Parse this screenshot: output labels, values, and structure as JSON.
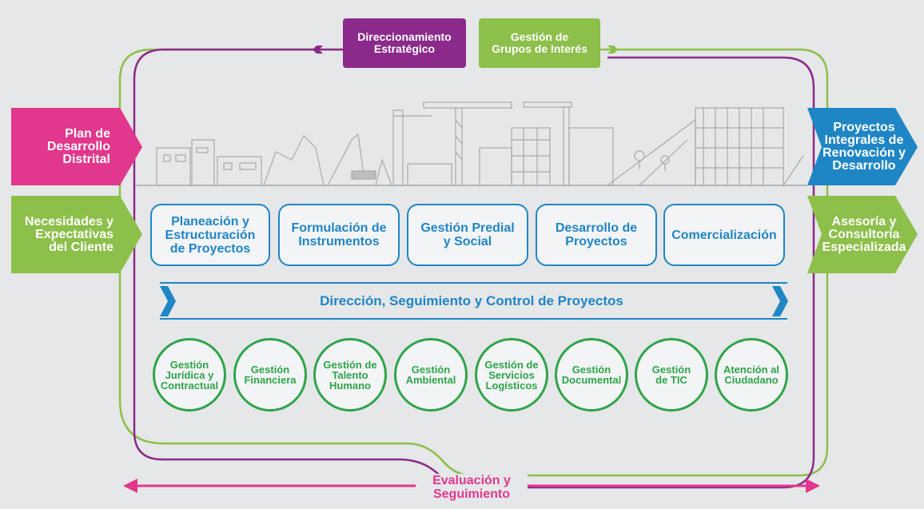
{
  "colors": {
    "magenta": "#e1378c",
    "green_light": "#8cc04a",
    "blue": "#1f86c6",
    "purple": "#8b2a8a",
    "green_dark": "#2ea54a"
  },
  "top_boxes": {
    "direccionamiento": [
      "Direccionamiento",
      "Estratégico"
    ],
    "gestion_grupos": [
      "Gestión de",
      "Grupos de Interés"
    ]
  },
  "inputs": {
    "plan": [
      "Plan de",
      "Desarrollo",
      "Distrital"
    ],
    "necesidades": [
      "Necesidades y",
      "Expectativas",
      "del Cliente"
    ]
  },
  "outputs": {
    "proyectos": [
      "Proyectos",
      "Integrales de",
      "Renovación y",
      "Desarrollo"
    ],
    "asesoria": [
      "Asesoría y",
      "Consultoría",
      "Especializada"
    ]
  },
  "mission_processes": [
    [
      "Planeación y",
      "Estructuración",
      "de Proyectos"
    ],
    [
      "Formulación de",
      "Instrumentos"
    ],
    [
      "Gestión Predial",
      "y Social"
    ],
    [
      "Desarrollo de",
      "Proyectos"
    ],
    [
      "Comercialización"
    ]
  ],
  "direction_bar": "Dirección, Seguimiento y Control de Proyectos",
  "support_processes": [
    [
      "Gestión",
      "Jurídica y",
      "Contractual"
    ],
    [
      "Gestión",
      "Financiera"
    ],
    [
      "Gestión de",
      "Talento",
      "Humano"
    ],
    [
      "Gestión",
      "Ambiental"
    ],
    [
      "Gestión de",
      "Servicios",
      "Logísticos"
    ],
    [
      "Gestión",
      "Documental"
    ],
    [
      "Gestión",
      "de TIC"
    ],
    [
      "Atención al",
      "Ciudadano"
    ]
  ],
  "evaluation": [
    "Evaluación y",
    "Seguimiento"
  ]
}
